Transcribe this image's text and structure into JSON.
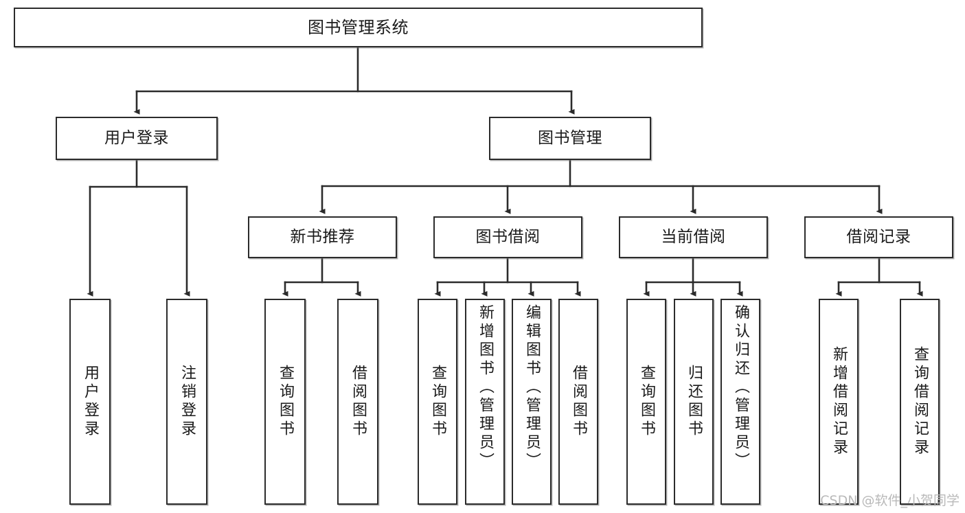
{
  "diagram": {
    "title": "图书管理系统",
    "type": "tree-hierarchy",
    "watermark": "CSDN @软件_小贺同学",
    "colors": {
      "node_border": "#2b2b2b",
      "node_fill": "#ffffff",
      "edge": "#2b2b2b",
      "text": "#1a1a1a",
      "watermark": "#b9b9b9",
      "background": "#ffffff"
    },
    "root": {
      "id": "root",
      "label": "图书管理系统"
    },
    "level2": [
      {
        "id": "user-login",
        "label": "用户登录"
      },
      {
        "id": "book-manage",
        "label": "图书管理"
      }
    ],
    "level3": [
      {
        "id": "new-book-recommend",
        "label": "新书推荐",
        "parent": "book-manage"
      },
      {
        "id": "book-borrow",
        "label": "图书借阅",
        "parent": "book-manage"
      },
      {
        "id": "current-borrow",
        "label": "当前借阅",
        "parent": "book-manage"
      },
      {
        "id": "borrow-record",
        "label": "借阅记录",
        "parent": "book-manage"
      }
    ],
    "leaves": [
      {
        "id": "leaf-user-login",
        "label": "用户登录",
        "parent": "user-login"
      },
      {
        "id": "leaf-user-logout",
        "label": "注销登录",
        "parent": "user-login"
      },
      {
        "id": "leaf-query-book-1",
        "label": "查询图书",
        "parent": "new-book-recommend"
      },
      {
        "id": "leaf-borrow-book-1",
        "label": "借阅图书",
        "parent": "new-book-recommend"
      },
      {
        "id": "leaf-query-book-2",
        "label": "查询图书",
        "parent": "book-borrow"
      },
      {
        "id": "leaf-add-book",
        "label": "新增图书（管理员）",
        "parent": "book-borrow"
      },
      {
        "id": "leaf-edit-book",
        "label": "编辑图书（管理员）",
        "parent": "book-borrow"
      },
      {
        "id": "leaf-borrow-book-2",
        "label": "借阅图书",
        "parent": "book-borrow"
      },
      {
        "id": "leaf-query-book-3",
        "label": "查询图书",
        "parent": "current-borrow"
      },
      {
        "id": "leaf-return-book",
        "label": "归还图书",
        "parent": "current-borrow"
      },
      {
        "id": "leaf-confirm-return",
        "label": "确认归还（管理员）",
        "parent": "current-borrow"
      },
      {
        "id": "leaf-add-record",
        "label": "新增借阅记录",
        "parent": "borrow-record"
      },
      {
        "id": "leaf-query-record",
        "label": "查询借阅记录",
        "parent": "borrow-record"
      }
    ]
  }
}
